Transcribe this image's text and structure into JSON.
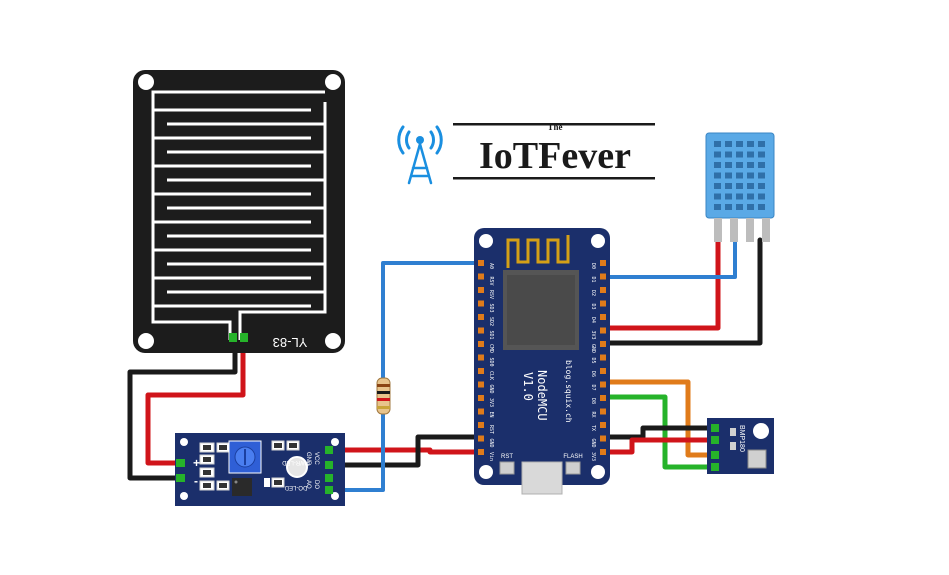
{
  "brand": {
    "the": "The",
    "name": "IoTFever"
  },
  "rain_sensor": {
    "model": "YL-83"
  },
  "comparator_module": {
    "plus": "+",
    "minus": "-",
    "pins": [
      "VCC",
      "GND",
      "DO",
      "AO"
    ],
    "led_power": "PWR-LED",
    "led_do": "DO-LED"
  },
  "nodemcu": {
    "title": "NodeMCU",
    "version": "V1.0",
    "site": "blog.squix.ch",
    "rst": "RST",
    "flash": "FLASH",
    "left_pins": [
      "A0",
      "RSV",
      "RSV",
      "SD3",
      "SD2",
      "SD1",
      "CMD",
      "SD0",
      "CLK",
      "GND",
      "3V3",
      "EN",
      "RST",
      "GND",
      "Vin"
    ],
    "right_pins": [
      "D0",
      "D1",
      "D2",
      "D3",
      "D4",
      "3V3",
      "GND",
      "D5",
      "D6",
      "D7",
      "D8",
      "RX",
      "TX",
      "GND",
      "3V3"
    ]
  },
  "bmp_module": {
    "label": "BMP180"
  },
  "colors": {
    "wire_red": "#d0141a",
    "wire_black": "#1a1a1a",
    "wire_blue": "#2f7fd1",
    "wire_green": "#26b32a",
    "wire_orange": "#e07b1a",
    "pcb_blue": "#1b2f6b",
    "pcb_black": "#1c1c1c",
    "dht_blue": "#5aa9e6",
    "brand_blue": "#1a8fe0"
  }
}
